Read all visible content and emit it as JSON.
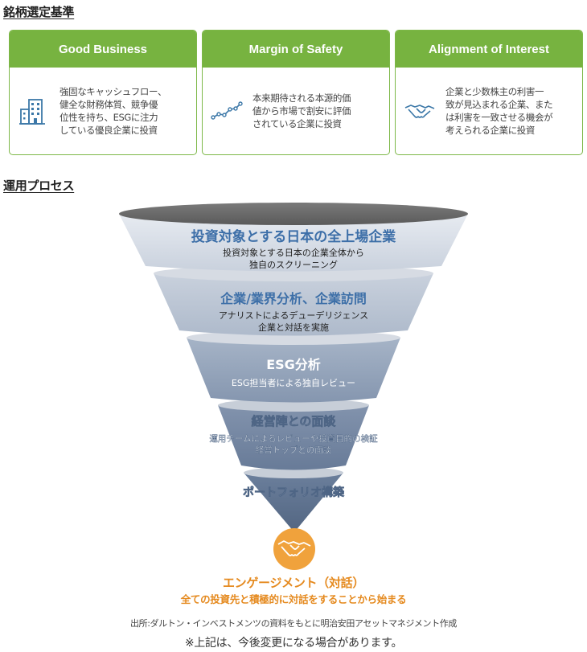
{
  "criteria": {
    "title": "銘柄選定基準",
    "cards": [
      {
        "title": "Good Business",
        "icon": "building-icon",
        "lines": [
          "強固なキャッシュフロー、",
          "健全な財務体質、競争優",
          "位性を持ち、ESGに注力",
          "している優良企業に投資"
        ]
      },
      {
        "title": "Margin of Safety",
        "icon": "trend-line-icon",
        "lines": [
          "本来期待される本源的価",
          "値から市場で割安に評価",
          "されている企業に投資"
        ]
      },
      {
        "title": "Alignment of Interest",
        "icon": "handshake-icon",
        "lines": [
          "企業と少数株主の利害一",
          "致が見込まれる企業、また",
          "は利害を一致させる機会が",
          "考えられる企業に投資"
        ]
      }
    ]
  },
  "process": {
    "title": "運用プロセス",
    "stages": [
      {
        "title": "投資対象とする日本の全上場企業",
        "lines": [
          "投資対象とする日本の企業全体から",
          "独自のスクリーニング"
        ]
      },
      {
        "title": "企業/業界分析、企業訪問",
        "lines": [
          "アナリストによるデューデリジェンス",
          "企業と対話を実施"
        ]
      },
      {
        "title": "ESG分析",
        "lines": [
          "ESG担当者による独自レビュー"
        ]
      },
      {
        "title": "経営陣との面談",
        "lines": [
          "運用チームによるレビューや投資目的の検証",
          "経営トップとの面談"
        ]
      },
      {
        "title": "ポートフォリオ構築",
        "lines": []
      }
    ],
    "engagement": {
      "icon": "handshake-icon",
      "title": "エンゲージメント（対話）",
      "subtitle": "全ての投資先と積極的に対話をすることから始まる"
    }
  },
  "colors": {
    "green": "#77b340",
    "orange": "#f0a23c",
    "funnel_text": "#3d6fa8"
  },
  "source": "出所:ダルトン・インベストメンツの資料をもとに明治安田アセットマネジメント作成",
  "note": "※上記は、今後変更になる場合があります。"
}
